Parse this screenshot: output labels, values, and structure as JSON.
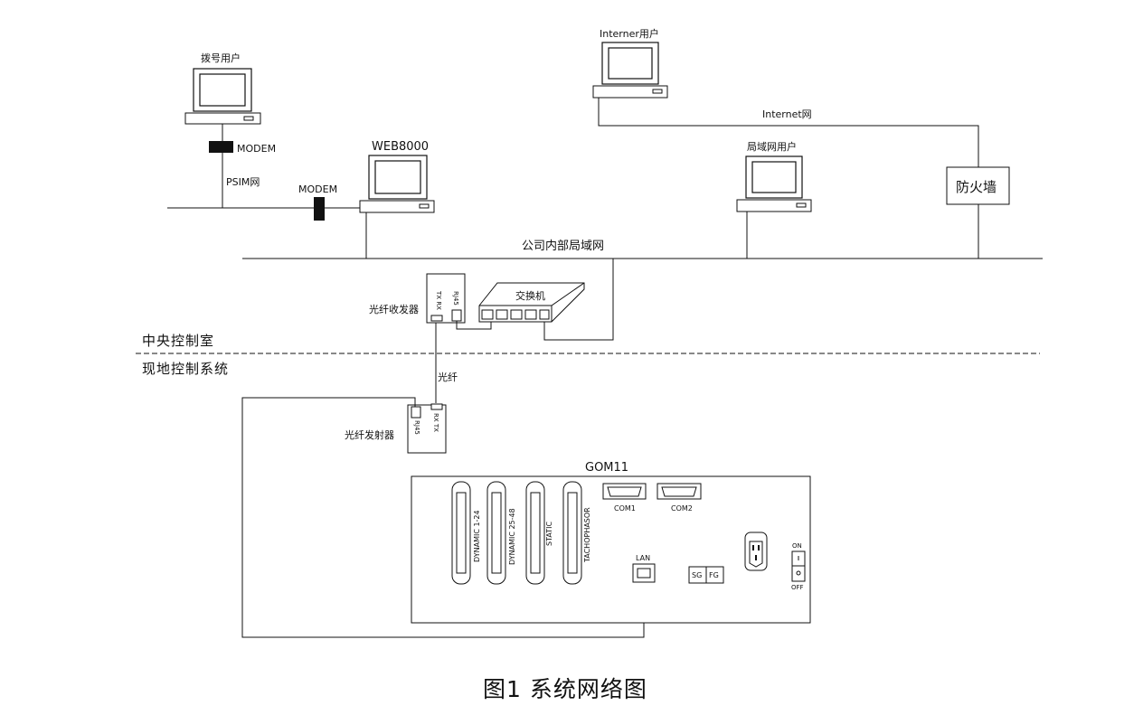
{
  "labels": {
    "dialup_user": "拨号用户",
    "modem_1": "MODEM",
    "psim_net": "PSIM网",
    "modem_2": "MODEM",
    "web8000": "WEB8000",
    "internet_user": "Interner用户",
    "internet_net": "Internet网",
    "lan_user": "局域网用户",
    "firewall": "防火墙",
    "company_lan": "公司内部局域网",
    "fiber_transceiver": "光纤收发器",
    "switch": "交换机",
    "rj45_top": "RJ45",
    "txrx_top": "TX RX",
    "central_room": "中央控制室",
    "field_system": "现地控制系统",
    "fiber": "光纤",
    "fiber_transmitter": "光纤发射器",
    "rj45_bottom": "RJ45",
    "rxtx_bottom": "RX TX",
    "gom11": "GOM11",
    "dynamic_1_24": "DYNAMIC 1-24",
    "dynamic_25_48": "DYNAMIC 25-48",
    "static": "STATIC",
    "tachophasor": "TACHOPHASOR",
    "com1": "COM1",
    "com2": "COM2",
    "lan_port": "LAN",
    "sg": "SG",
    "fg": "FG",
    "on": "ON",
    "off": "OFF",
    "caption": "图1 系统网络图"
  },
  "icons": {
    "computer": "desktop-computer-icon",
    "modem": "modem-block-icon",
    "switch": "network-switch-icon",
    "db_connector": "db9-connector-icon",
    "scsi_connector": "centronics-connector-icon",
    "power_socket": "iec-power-socket-icon",
    "power_switch": "toggle-switch-icon"
  }
}
